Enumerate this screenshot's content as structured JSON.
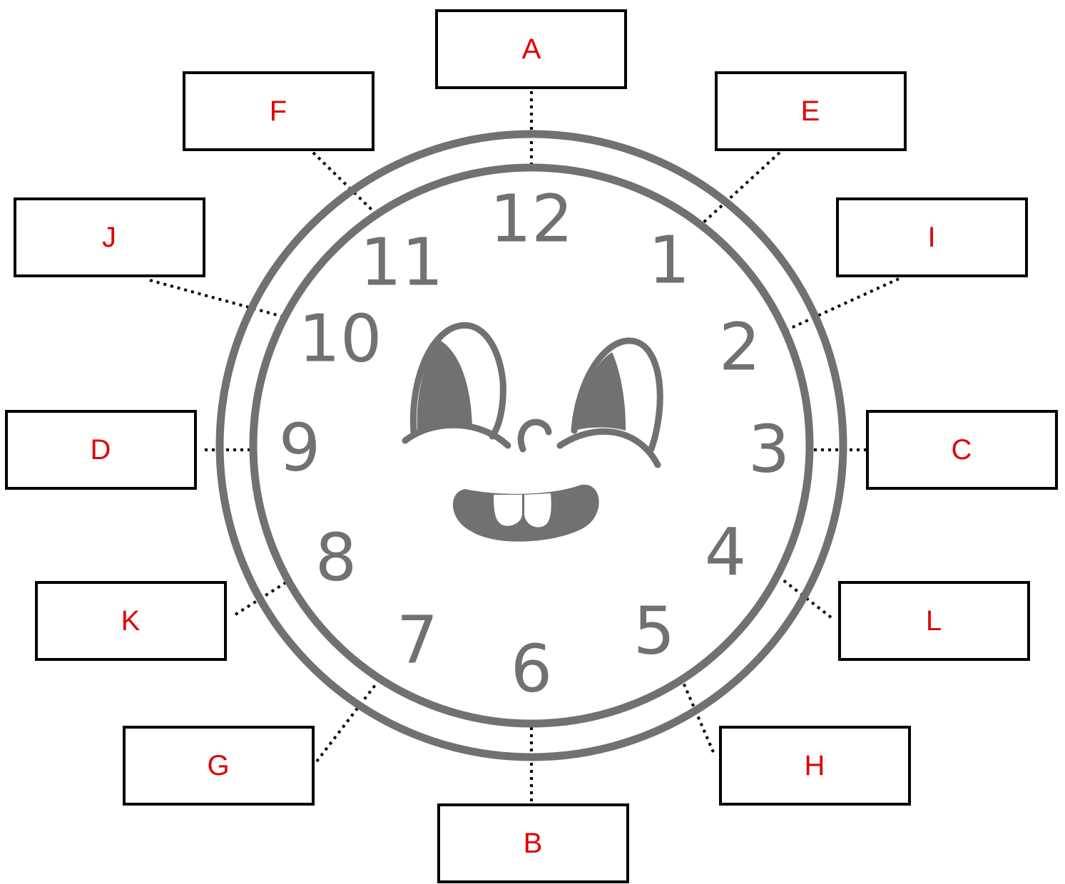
{
  "diagram": {
    "colors": {
      "clock": "#717171",
      "label": "#e00000",
      "box_border": "#000000"
    },
    "clock_numbers": [
      "12",
      "1",
      "2",
      "3",
      "4",
      "5",
      "6",
      "7",
      "8",
      "9",
      "10",
      "11"
    ],
    "labels": [
      {
        "id": "A",
        "hour": 12,
        "text": "A"
      },
      {
        "id": "E",
        "hour": 1,
        "text": "E"
      },
      {
        "id": "I",
        "hour": 2,
        "text": "I"
      },
      {
        "id": "C",
        "hour": 3,
        "text": "C"
      },
      {
        "id": "L",
        "hour": 4,
        "text": "L"
      },
      {
        "id": "H",
        "hour": 5,
        "text": "H"
      },
      {
        "id": "B",
        "hour": 6,
        "text": "B"
      },
      {
        "id": "G",
        "hour": 7,
        "text": "G"
      },
      {
        "id": "K",
        "hour": 8,
        "text": "K"
      },
      {
        "id": "D",
        "hour": 9,
        "text": "D"
      },
      {
        "id": "J",
        "hour": 10,
        "text": "J"
      },
      {
        "id": "F",
        "hour": 11,
        "text": "F"
      }
    ]
  }
}
